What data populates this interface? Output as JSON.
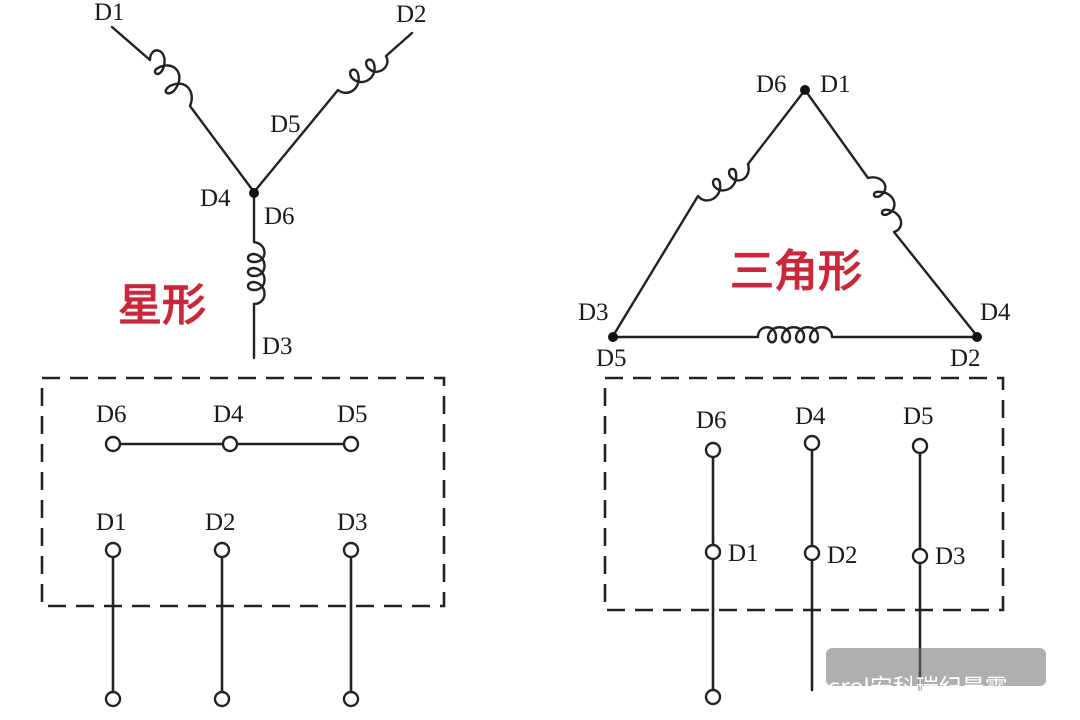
{
  "star": {
    "title": "星形",
    "labels": {
      "top_left": "D1",
      "top_right": "D2",
      "mid_right": "D5",
      "center_left": "D4",
      "center_right": "D6",
      "bottom": "D3"
    },
    "box_top_row": [
      "D6",
      "D4",
      "D5"
    ],
    "box_bottom_row": [
      "D1",
      "D2",
      "D3"
    ]
  },
  "delta": {
    "title": "三角形",
    "labels": {
      "apex_left": "D6",
      "apex_right": "D1",
      "left_upper": "D3",
      "left_lower": "D5",
      "right_upper": "D4",
      "right_lower": "D2"
    },
    "box_top_row": [
      "D6",
      "D4",
      "D5"
    ],
    "box_bottom_row": [
      "D1",
      "D2",
      "D3"
    ]
  },
  "watermark": {
    "text": "头条 @Acrel安科瑞纪晨露"
  },
  "colors": {
    "line": "#222222",
    "title": "#c8283a"
  }
}
